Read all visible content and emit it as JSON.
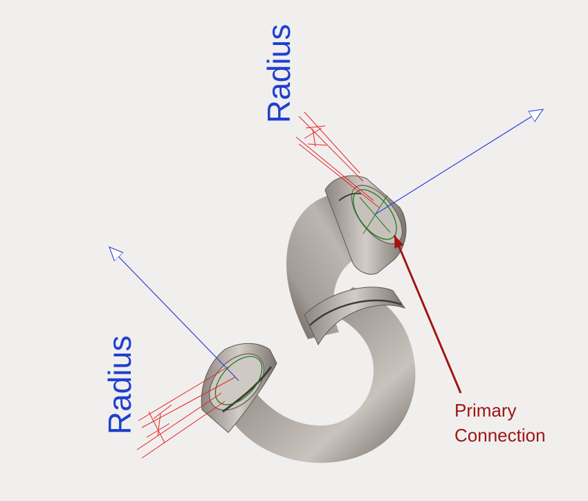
{
  "labels": {
    "radius_top": "Radius",
    "radius_left": "Radius",
    "primary_connection_line1": "Primary",
    "primary_connection_line2": "Connection"
  },
  "colors": {
    "background": "#f0efee",
    "radius_text": "#1f3fd0",
    "annotation_text": "#a01414",
    "connection_vector": "#2d3fe0",
    "dimension_lines": "#e82020",
    "connector_circle": "#1f7a1f",
    "pipe_body": "#8c8580"
  },
  "icons": {
    "top_connector": "circular-connector-icon",
    "bottom_connector": "circular-connector-icon",
    "arrow": "callout-arrow-icon"
  }
}
